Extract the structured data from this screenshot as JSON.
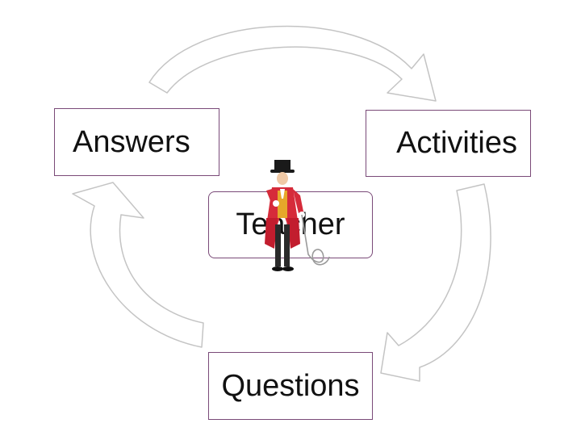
{
  "diagram": {
    "nodes": {
      "answers": "Answers",
      "activities": "Activities",
      "questions": "Questions",
      "center": "Teacher"
    },
    "colors": {
      "box_border": "#7a4a78",
      "arrow_stroke": "#c4c4c4",
      "coat": "#d62b3a",
      "vest": "#e6a72a"
    },
    "illustration": "ringmaster-figure"
  }
}
